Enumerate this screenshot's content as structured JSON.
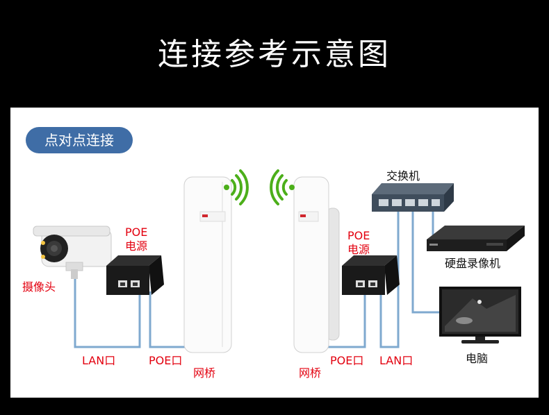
{
  "title": "连接参考示意图",
  "section_label": "点对点连接",
  "devices": {
    "camera": "摄像头",
    "poe_power_left": "POE\n电源",
    "poe_power_right": "POE\n电源",
    "bridge_left": "网桥",
    "bridge_right": "网桥",
    "switch": "交换机",
    "nvr": "硬盘录像机",
    "monitor": "电脑"
  },
  "ports": {
    "lan_left": "LAN口",
    "poe_left": "POE口",
    "poe_right": "POE口",
    "lan_right": "LAN口"
  },
  "colors": {
    "background": "#000000",
    "panel": "#ffffff",
    "pill": "#3f6da6",
    "label_red": "#e3000f",
    "cable": "#7fa9cf",
    "wifi": "#4caf1a"
  }
}
